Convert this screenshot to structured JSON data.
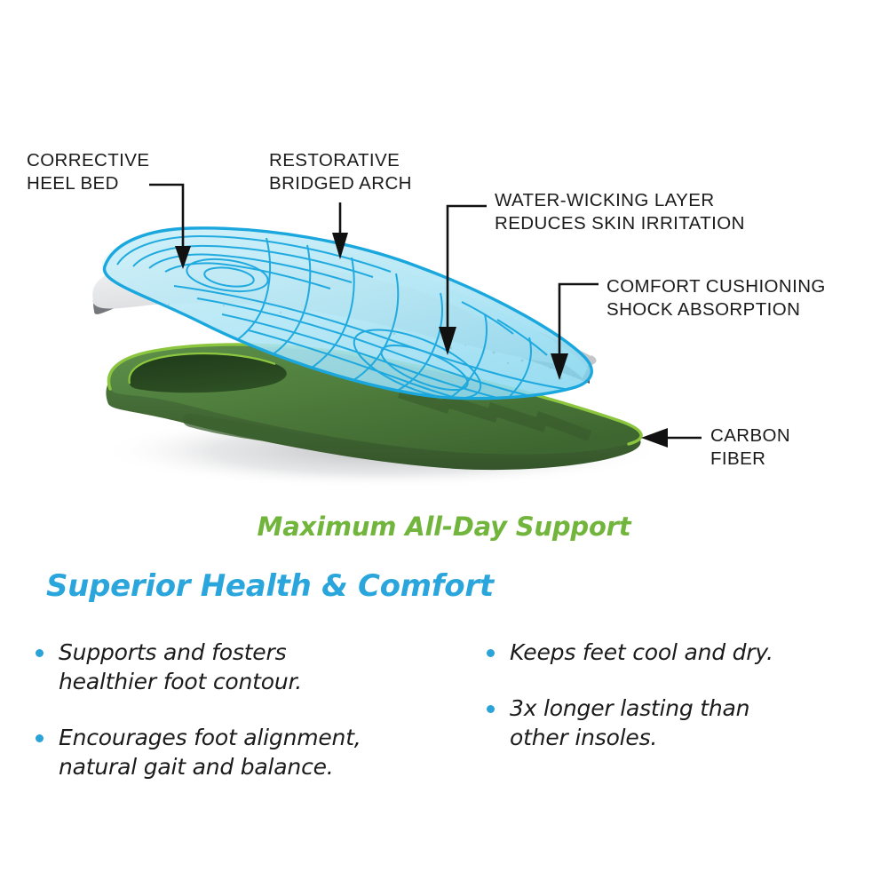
{
  "diagram": {
    "title": "exploded insole layer diagram",
    "layers": [
      {
        "name": "water-wicking-top-layer",
        "color": "#A8E4F2",
        "outline": "#19A7DE"
      },
      {
        "name": "comfort-cushioning-foam-layer",
        "color": "#D7D8DA",
        "outline": "#6E7073"
      },
      {
        "name": "carbon-fiber-base-layer",
        "color": "#4C7A3E",
        "outline": "#8CC63F"
      }
    ],
    "callouts": [
      {
        "id": "heel-bed",
        "text": "CORRECTIVE\nHEEL BED"
      },
      {
        "id": "arch",
        "text": "RESTORATIVE\nBRIDGED ARCH"
      },
      {
        "id": "wicking",
        "text": "WATER-WICKING LAYER\nREDUCES SKIN IRRITATION"
      },
      {
        "id": "cushioning",
        "text": "COMFORT CUSHIONING\nSHOCK ABSORPTION"
      },
      {
        "id": "carbon",
        "text": "CARBON\nFIBER"
      }
    ]
  },
  "tagline": {
    "text": "Maximum All-Day Support",
    "color": "#72B53D"
  },
  "benefits": {
    "heading": "Superior Health & Comfort",
    "heading_color": "#2BA6DC",
    "bullet_color": "#29A3D8",
    "left_column": [
      {
        "text": "Supports and fosters\nhealthier foot contour."
      },
      {
        "text": "Encourages foot alignment,\nnatural gait and balance."
      }
    ],
    "right_column": [
      {
        "text": "Keeps feet cool and dry."
      },
      {
        "text": "3x longer lasting than\nother insoles."
      }
    ]
  }
}
